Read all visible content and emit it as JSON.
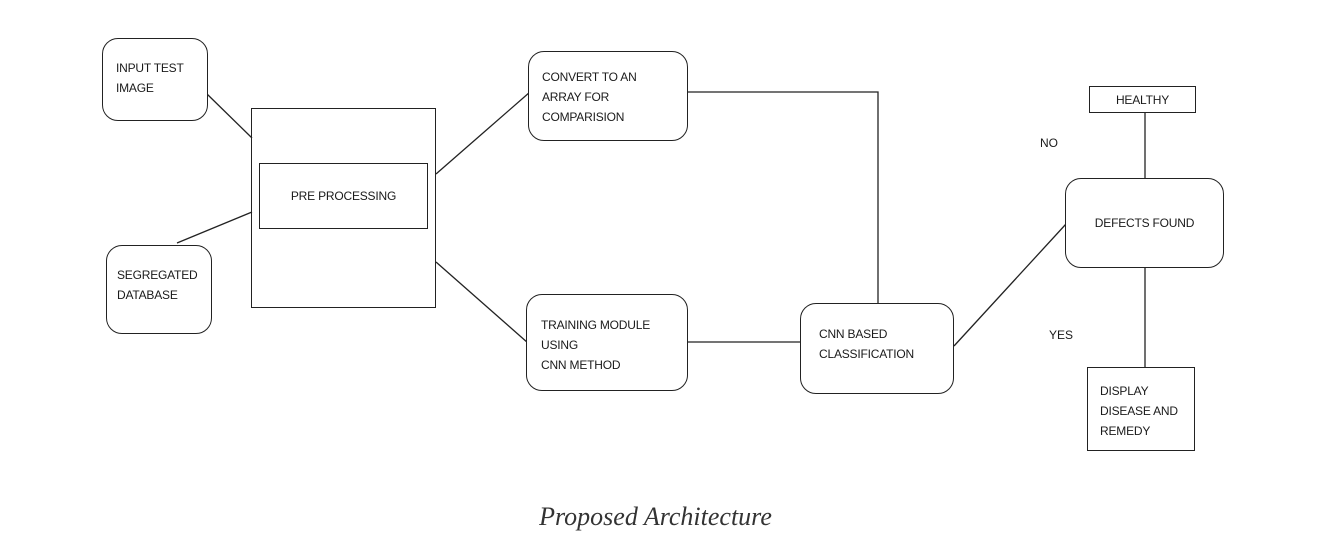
{
  "diagram": {
    "nodes": {
      "input_test_image": "INPUT TEST\nIMAGE",
      "segregated_database": "SEGREGATED\nDATABASE",
      "pre_processing": "PRE PROCESSING",
      "convert_array": "CONVERT TO AN\nARRAY FOR\nCOMPARISION",
      "training_module": "TRAINING MODULE\nUSING\nCNN METHOD",
      "cnn_classification": "CNN BASED\nCLASSIFICATION",
      "defects_found": "DEFECTS FOUND",
      "healthy": "HEALTHY",
      "display_disease": "DISPLAY\nDISEASE AND\nREMEDY"
    },
    "edge_labels": {
      "no": "NO",
      "yes": "YES"
    },
    "edges": [
      {
        "from": "input_test_image",
        "to": "pre_processing"
      },
      {
        "from": "segregated_database",
        "to": "pre_processing"
      },
      {
        "from": "pre_processing",
        "to": "convert_array"
      },
      {
        "from": "pre_processing",
        "to": "training_module"
      },
      {
        "from": "convert_array",
        "to": "cnn_classification"
      },
      {
        "from": "training_module",
        "to": "cnn_classification"
      },
      {
        "from": "cnn_classification",
        "to": "defects_found"
      },
      {
        "from": "defects_found",
        "to": "healthy",
        "label": "NO"
      },
      {
        "from": "defects_found",
        "to": "display_disease",
        "label": "YES"
      }
    ],
    "colors": {
      "stroke": "#222222",
      "background": "#ffffff"
    }
  },
  "caption": "Proposed Architecture"
}
